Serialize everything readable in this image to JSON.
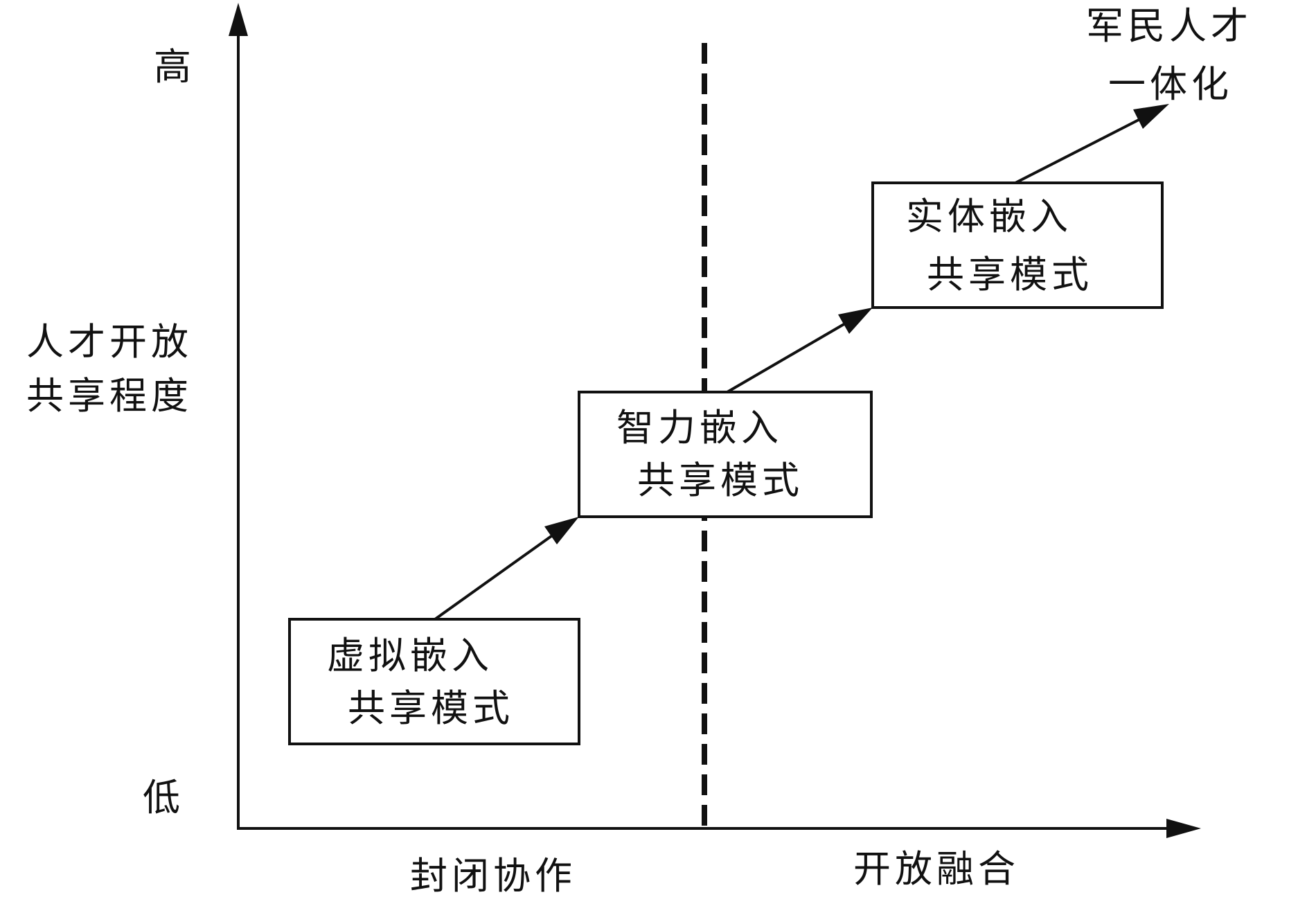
{
  "axis": {
    "y_label_line1": "人才开放",
    "y_label_line2": "共享程度",
    "y_high": "高",
    "y_low": "低",
    "x_left": "封闭协作",
    "x_right": "开放融合"
  },
  "stages": [
    {
      "line1": "虚拟嵌入",
      "line2": "共享模式"
    },
    {
      "line1": "智力嵌入",
      "line2": "共享模式"
    },
    {
      "line1": "实体嵌入",
      "line2": "共享模式"
    }
  ],
  "goal": {
    "line1": "军民人才",
    "line2": "一体化"
  },
  "colors": {
    "stroke": "#111111",
    "background": "#ffffff"
  }
}
